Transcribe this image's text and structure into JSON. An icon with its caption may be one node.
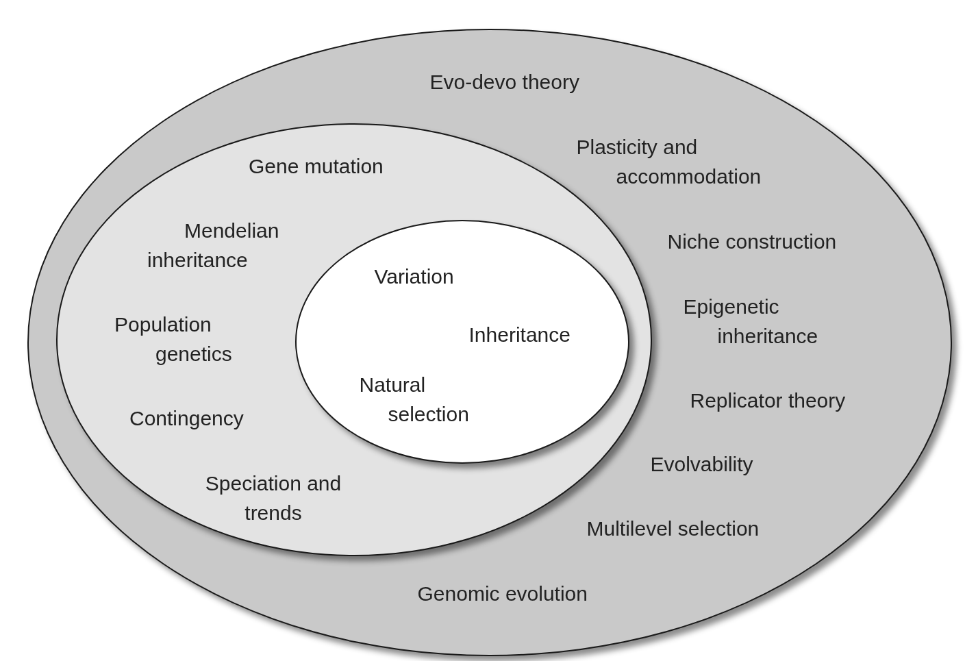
{
  "diagram": {
    "nodes": [
      {
        "text": [
          "Evo-devo theory",
          "Plasticity and accommodation",
          "Niche construction",
          "Epigenetic inheritance",
          "Replicator theory",
          "Evolvability",
          "Multilevel selection",
          "Genomic evolution"
        ]
      },
      {
        "text": [
          "Gene mutation",
          "Mendelian inheritance",
          "Population genetics",
          "Contingency",
          "Speciation and trends"
        ],
        "in": 0
      },
      {
        "text": [
          "Variation",
          "Inheritance",
          "Natural selection"
        ],
        "in": 1
      }
    ],
    "edges": []
  }
}
